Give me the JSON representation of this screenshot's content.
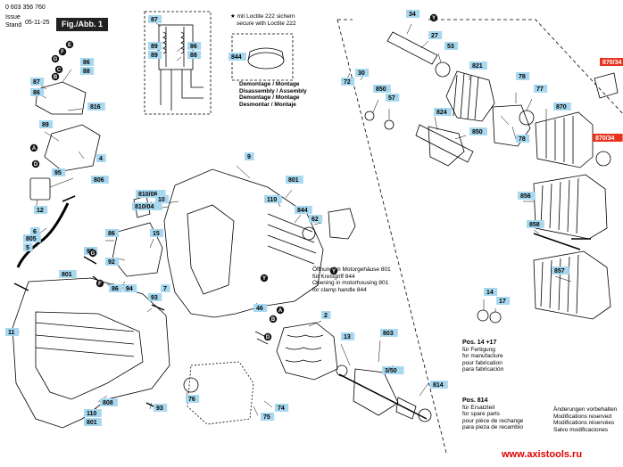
{
  "header": {
    "doc_number": "0 603 356 760",
    "issue_label": "Issue",
    "stand_label": "Stand",
    "issue_date": "05-11-25",
    "figure_label": "Fig./Abb. 1"
  },
  "notes": {
    "loctite_line1": "★ mit Loctite 222 sichern",
    "loctite_line2": "secure with Loctite 222",
    "demontage": [
      "Demontage / Montage",
      "Disassembly / Assembly",
      "Demontage / Montage",
      "Desmontar / Montaje"
    ],
    "opening": [
      "Öffnung im Motorgehäuse 801",
      "für Kreisgriff 844",
      "Opening in motorhousing 801",
      "for clamp handle 844"
    ],
    "pos14_17": [
      "Pos. 14 +17",
      "für Fertigung",
      "for manufacture",
      "pour fabrication",
      "para fabricación"
    ],
    "pos814": [
      "Pos. 814",
      "für Ersatzteil",
      "for spare parts",
      "pour pièce de rechange",
      "para pieza de recambio"
    ],
    "changes": [
      "Änderungen vorbehalten",
      "Modifications reserved",
      "Modifications réservées",
      "Salvo modificaciones"
    ]
  },
  "website": "www.axistools.ru",
  "colors": {
    "label_blue": "#a8d8ef",
    "label_red": "#e8321e",
    "site_red": "#e00000"
  },
  "labels": [
    {
      "t": "87"
    },
    {
      "t": "89"
    },
    {
      "t": "89"
    },
    {
      "t": "86"
    },
    {
      "t": "88"
    },
    {
      "t": "844"
    },
    {
      "t": "87"
    },
    {
      "t": "86"
    },
    {
      "t": "86"
    },
    {
      "t": "88"
    },
    {
      "t": "816"
    },
    {
      "t": "89"
    },
    {
      "t": "4"
    },
    {
      "t": "95"
    },
    {
      "t": "806"
    },
    {
      "t": "12"
    },
    {
      "t": "6"
    },
    {
      "t": "805"
    },
    {
      "t": "5"
    },
    {
      "t": "34"
    },
    {
      "t": "27"
    },
    {
      "t": "53"
    },
    {
      "t": "72"
    },
    {
      "t": "30"
    },
    {
      "t": "821"
    },
    {
      "t": "78"
    },
    {
      "t": "850"
    },
    {
      "t": "57"
    },
    {
      "t": "824"
    },
    {
      "t": "850"
    },
    {
      "t": "77"
    },
    {
      "t": "78"
    },
    {
      "t": "870"
    },
    {
      "t": "870/34",
      "red": true
    },
    {
      "t": "870/34",
      "red": true
    },
    {
      "t": "9"
    },
    {
      "t": "810/06"
    },
    {
      "t": "810/04"
    },
    {
      "t": "10"
    },
    {
      "t": "801"
    },
    {
      "t": "110"
    },
    {
      "t": "844"
    },
    {
      "t": "62"
    },
    {
      "t": "856"
    },
    {
      "t": "858"
    },
    {
      "t": "86"
    },
    {
      "t": "15"
    },
    {
      "t": "92"
    },
    {
      "t": "92"
    },
    {
      "t": "86"
    },
    {
      "t": "94"
    },
    {
      "t": "801"
    },
    {
      "t": "7"
    },
    {
      "t": "93"
    },
    {
      "t": "857"
    },
    {
      "t": "46"
    },
    {
      "t": "14"
    },
    {
      "t": "17"
    },
    {
      "t": "11"
    },
    {
      "t": "2"
    },
    {
      "t": "13"
    },
    {
      "t": "803"
    },
    {
      "t": "3/50"
    },
    {
      "t": "814"
    },
    {
      "t": "808"
    },
    {
      "t": "110"
    },
    {
      "t": "801"
    },
    {
      "t": "93"
    },
    {
      "t": "76"
    },
    {
      "t": "75"
    },
    {
      "t": "74"
    }
  ],
  "circles": [
    "Y",
    "G",
    "F",
    "E",
    "C",
    "B",
    "A",
    "D",
    "G",
    "F",
    "Y",
    "A",
    "B",
    "D",
    "Y"
  ]
}
